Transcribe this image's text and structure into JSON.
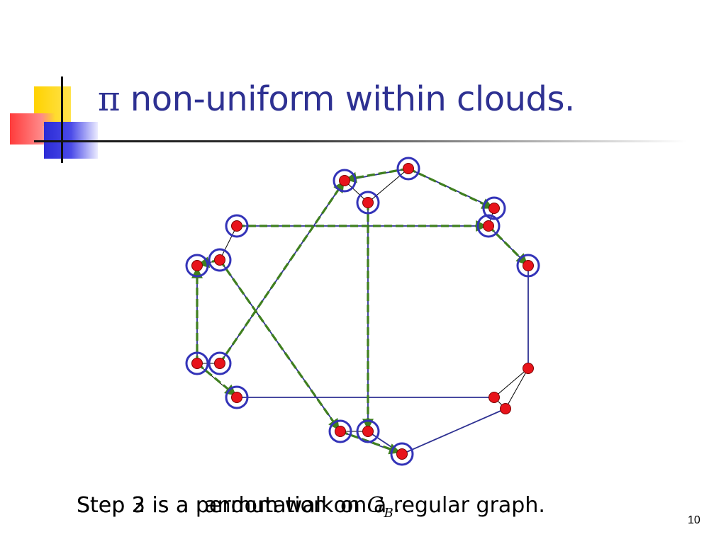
{
  "slide": {
    "title_symbol": "π",
    "title_text": " non-uniform within clouds.",
    "caption_a": "Step 3 is a random walk on a regular graph.",
    "caption_b_text": "Step 2 is a permutation on ",
    "caption_b_var": "G",
    "caption_b_sub": "B",
    "caption_b_end": ".",
    "page_number": "10"
  },
  "colors": {
    "title": "#2e3192",
    "node_fill": "#e8141b",
    "node_ring": "#3333b8",
    "edge": "#2e3192",
    "walk_dash": "#3f7f1f",
    "accent_yellow": "#ffd200",
    "accent_red": "#ff3b3b",
    "accent_blue": "#2b2bd6"
  }
}
